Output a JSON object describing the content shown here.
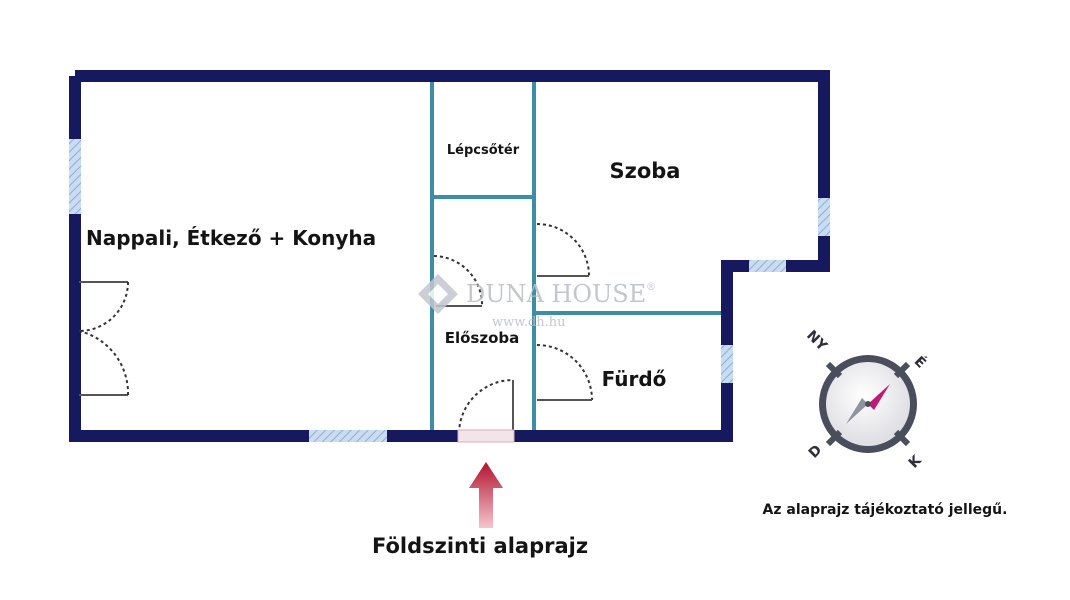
{
  "rooms": {
    "nappali": "Nappali, Étkező + Konyha",
    "lepcsoter": "Lépcsőtér",
    "szoba": "Szoba",
    "eloszoba": "Előszoba",
    "furdo": "Fürdő"
  },
  "compass": {
    "ny": "NY",
    "e": "É",
    "d": "D",
    "k": "K"
  },
  "watermark": {
    "brand": "DUNA HOUSE",
    "registered": "®",
    "web": "www.dh.hu"
  },
  "caption": "Földszinti alaprajz",
  "disclaimer": "Az alaprajz tájékoztató jellegű.",
  "colors": {
    "outer_wall": "#17195e",
    "inner_wall": "#3d8da6",
    "window": "#9ab9e0",
    "door_arc": "#333333",
    "entrance_arrow": "#a0122a",
    "compass_needle": "#c21a74"
  }
}
